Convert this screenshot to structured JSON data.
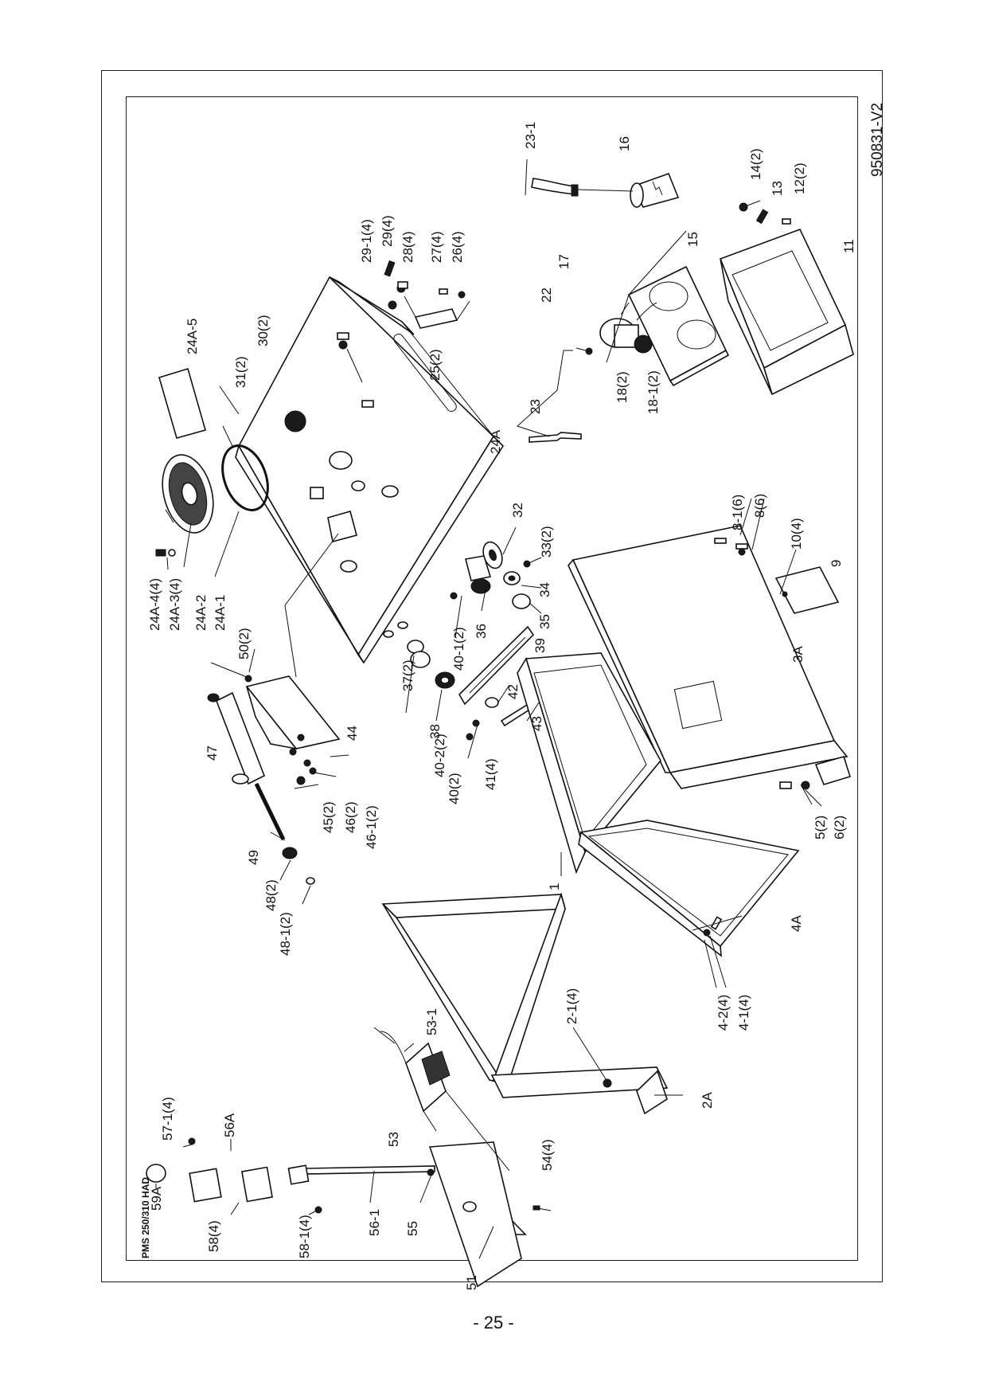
{
  "model": "PMS 250/310 HAD",
  "drawing_code": "950831-V2",
  "page_number": "- 25 -",
  "labels": {
    "l23_1": "23-1",
    "l16": "16",
    "l14_2": "14(2)",
    "l13": "13",
    "l12_2": "12(2)",
    "l11": "11",
    "l17": "17",
    "l15": "15",
    "l22": "22",
    "l23": "23",
    "l18_2": "18(2)",
    "l18_1_2": "18-1(2)",
    "l29_1_4": "29-1(4)",
    "l29_4": "29(4)",
    "l28_4": "28(4)",
    "l27_4": "27(4)",
    "l26_4": "26(4)",
    "l25_2": "25(2)",
    "l30_2": "30(2)",
    "l31_2": "31(2)",
    "l24A_5": "24A-5",
    "l24A": "24A",
    "l24A_4_4": "24A-4(4)",
    "l24A_3_4": "24A-3(4)",
    "l24A_2": "24A-2",
    "l24A_1": "24A-1",
    "l32": "32",
    "l33_2": "33(2)",
    "l34": "34",
    "l35": "35",
    "l36": "36",
    "l40_1_2": "40-1(2)",
    "l37_2": "37(2)",
    "l38": "38",
    "l39": "39",
    "l42": "42",
    "l43": "43",
    "l40_2_2": "40-2(2)",
    "l40_2": "40(2)",
    "l41_4": "41(4)",
    "l50_2": "50(2)",
    "l44": "44",
    "l47": "47",
    "l45_2": "45(2)",
    "l46_2": "46(2)",
    "l46_1_2": "46-1(2)",
    "l49": "49",
    "l48_2": "48(2)",
    "l48_1_2": "48-1(2)",
    "l8_1_6": "8-1(6)",
    "l8_6": "8(6)",
    "l10_4": "10(4)",
    "l9": "9",
    "l3A": "3A",
    "l5_2": "5(2)",
    "l6_2": "6(2)",
    "l1": "1",
    "l4A": "4A",
    "l4_2_4": "4-2(4)",
    "l4_1_4": "4-1(4)",
    "l2_1_4": "2-1(4)",
    "l2A": "2A",
    "l53_1": "53-1",
    "l53": "53",
    "l54_4": "54(4)",
    "l51": "51",
    "l55": "55",
    "l56_1": "56-1",
    "l56A": "56A",
    "l57_1_4": "57-1(4)",
    "l59A": "59A",
    "l58_4": "58(4)",
    "l58_1_4": "58-1(4)"
  }
}
